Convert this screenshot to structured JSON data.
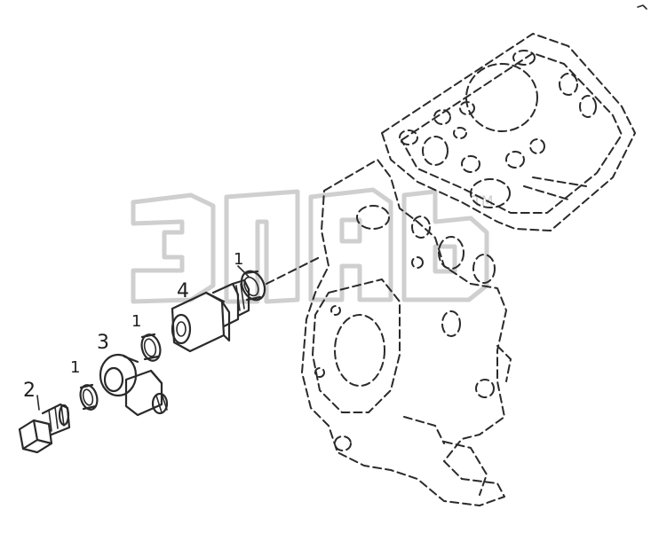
{
  "diagram": {
    "labels": {
      "part1_a": "1",
      "part1_b": "1",
      "part1_c": "1",
      "part2": "2",
      "part3": "3",
      "part4": "4"
    },
    "watermark_tm": "TM",
    "colors": {
      "line": "#2a2a2a",
      "watermark": "#cfcfcf",
      "background": "#ffffff"
    }
  }
}
